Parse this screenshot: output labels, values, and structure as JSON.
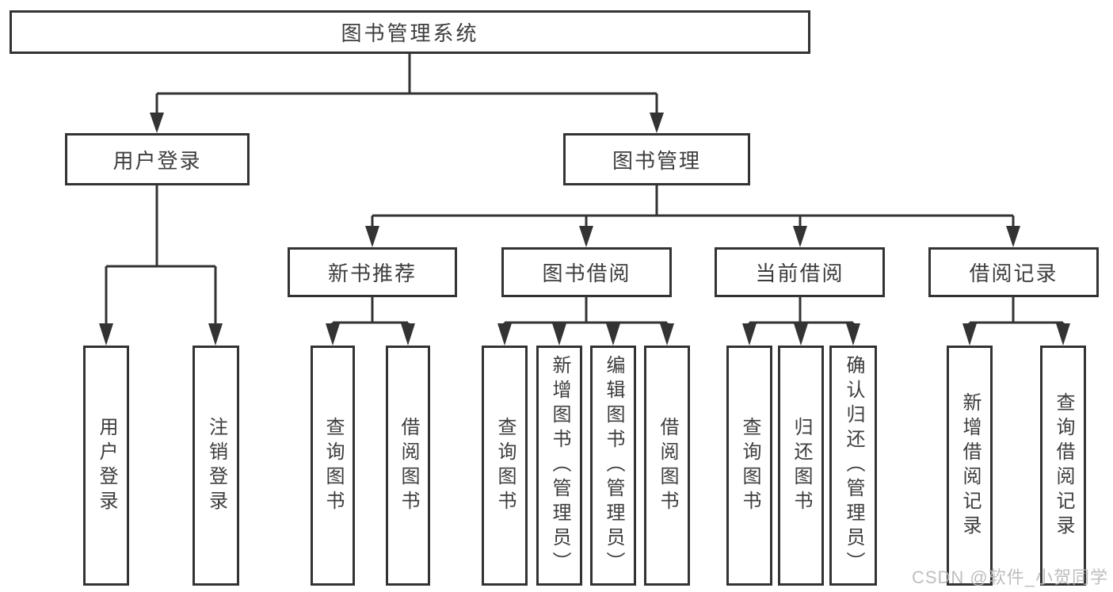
{
  "tree": {
    "label": "图书管理系统",
    "children": [
      {
        "label": "用户登录",
        "children": [
          {
            "label": "用户登录"
          },
          {
            "label": "注销登录"
          }
        ]
      },
      {
        "label": "图书管理",
        "children": [
          {
            "label": "新书推荐",
            "children": [
              {
                "label": "查询图书"
              },
              {
                "label": "借阅图书"
              }
            ]
          },
          {
            "label": "图书借阅",
            "children": [
              {
                "label": "查询图书"
              },
              {
                "label": "新增图书（管理员）"
              },
              {
                "label": "编辑图书（管理员）"
              },
              {
                "label": "借阅图书"
              }
            ]
          },
          {
            "label": "当前借阅",
            "children": [
              {
                "label": "查询图书"
              },
              {
                "label": "归还图书"
              },
              {
                "label": "确认归还（管理员）"
              }
            ]
          },
          {
            "label": "借阅记录",
            "children": [
              {
                "label": "新增借阅记录"
              },
              {
                "label": "查询借阅记录"
              }
            ]
          }
        ]
      }
    ]
  },
  "watermark": "CSDN @软件_小贺同学",
  "colors": {
    "line": "#333333",
    "text": "#3d3d3d",
    "watermark_gray": "#b9b9b9",
    "background": "#ffffff"
  }
}
